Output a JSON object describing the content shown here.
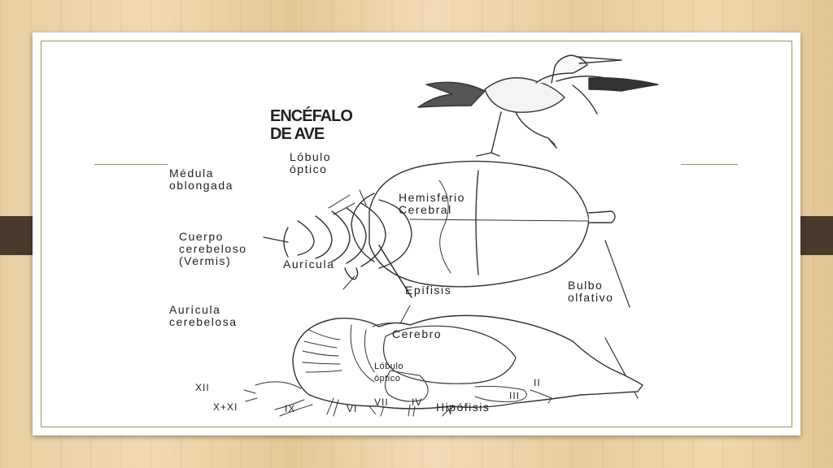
{
  "diagram": {
    "title_line1": "ENCÉFALO",
    "title_line2": "DE AVE",
    "labels": {
      "lobulo_optico_top": [
        "Lóbulo",
        "óptico"
      ],
      "medula": [
        "Médula",
        "oblongada"
      ],
      "hemisferio": [
        "Hemisferio",
        "Cerebral"
      ],
      "cuerpo": [
        "Cuerpo",
        "cerebeloso",
        "(Vermis)"
      ],
      "auricula": "Aurícula",
      "epifisis": "Epífisis",
      "bulbo": [
        "Bulbo",
        "olfativo"
      ],
      "auricula_cerebelosa": [
        "Aurícula",
        "cerebelosa"
      ],
      "cerebro": "Cerebro",
      "lobulo_optico_bottom": [
        "Lóbulo",
        "óptico"
      ],
      "hipofisis": "Hipófisis",
      "nerves": [
        "XII",
        "X+XI",
        "IX",
        "VI",
        "VII",
        "IV",
        "III",
        "II"
      ]
    }
  }
}
